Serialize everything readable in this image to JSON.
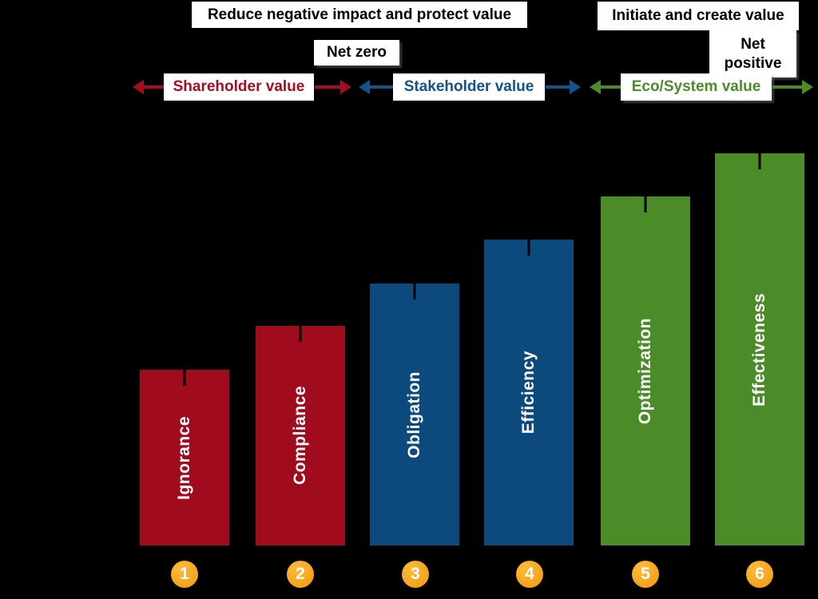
{
  "banners": {
    "reduce_negative": "Reduce negative impact and protect value",
    "initiate_create": "Initiate and create value",
    "net_zero": "Net zero",
    "net_positive": "Net positive"
  },
  "value_axes": [
    {
      "label": "Shareholder value",
      "color": "#A50D23"
    },
    {
      "label": "Stakeholder value",
      "color": "#14528C"
    },
    {
      "label": "Eco/System value",
      "color": "#4C8C28"
    }
  ],
  "stages": [
    {
      "num": "1",
      "label": "Ignorance",
      "color": "#A00B1E",
      "value_axis": "Shareholder value"
    },
    {
      "num": "2",
      "label": "Compliance",
      "color": "#A00B1E",
      "value_axis": "Shareholder value"
    },
    {
      "num": "3",
      "label": "Obligation",
      "color": "#0C4A7E",
      "value_axis": "Stakeholder value"
    },
    {
      "num": "4",
      "label": "Efficiency",
      "color": "#0C4A7E",
      "value_axis": "Stakeholder value"
    },
    {
      "num": "5",
      "label": "Optimization",
      "color": "#4C8C28",
      "value_axis": "Eco/System value"
    },
    {
      "num": "6",
      "label": "Effectiveness",
      "color": "#4C8C28",
      "value_axis": "Eco/System value"
    }
  ],
  "colors": {
    "background": "#000000",
    "bar_red": "#A00B1E",
    "bar_blue": "#0C4A7E",
    "bar_green": "#4C8C28",
    "step_circle": "#F6A41E",
    "box_background": "#FFFFFF",
    "box_text": "#000000"
  },
  "chart_data": {
    "type": "bar",
    "categories": [
      "Ignorance",
      "Compliance",
      "Obligation",
      "Efficiency",
      "Optimization",
      "Effectiveness"
    ],
    "values": [
      220,
      275,
      328,
      382,
      437,
      491
    ],
    "values_unit": "relative bar height (no numeric axis shown)",
    "step_numbers": [
      "1",
      "2",
      "3",
      "4",
      "5",
      "6"
    ],
    "series": [
      {
        "name": "Shareholder value",
        "color": "#A00B1E",
        "categories": [
          "Ignorance",
          "Compliance"
        ]
      },
      {
        "name": "Stakeholder value",
        "color": "#0C4A7E",
        "categories": [
          "Obligation",
          "Efficiency"
        ]
      },
      {
        "name": "Eco/System value",
        "color": "#4C8C28",
        "categories": [
          "Optimization",
          "Effectiveness"
        ]
      }
    ],
    "annotations": [
      "Reduce negative impact and protect value",
      "Net zero",
      "Initiate and create value",
      "Net positive",
      "Shareholder value",
      "Stakeholder value",
      "Eco/System value"
    ],
    "title": "",
    "xlabel": "",
    "ylabel": "",
    "grid": false,
    "legend_position": "none"
  }
}
